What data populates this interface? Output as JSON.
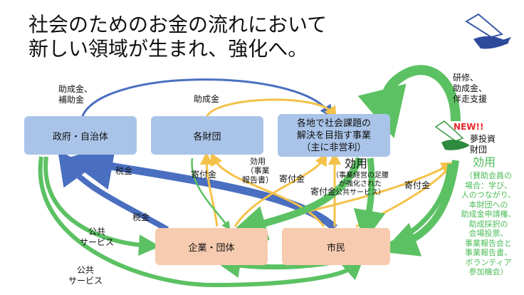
{
  "title": {
    "line1": "社会のためのお金の流れにおいて",
    "line2": "新しい領域が生まれ、強化へ。"
  },
  "nodes": {
    "government": "政府・自治体",
    "foundations": "各財団",
    "social_business": {
      "line1": "各地で社会課題の",
      "line2": "解決を目指す事業",
      "line3": "（主に非営利）"
    },
    "companies": "企業・団体",
    "citizens": "市民",
    "yume_foundation": {
      "new": "NEW!!",
      "line1": "夢投資",
      "line2": "財団"
    }
  },
  "labels": {
    "grants_subsidies": {
      "line1": "助成金、",
      "line2": "補助金"
    },
    "grants": "助成金",
    "training": {
      "line1": "研修、",
      "line2": "助成金、",
      "line3": "伴走支援"
    },
    "tax1": "税金",
    "tax2": "税金",
    "donation1": "寄付金",
    "donation2": "寄付金",
    "donation3": "寄付金",
    "donation4": "寄付金",
    "utility_report": {
      "line1": "効用",
      "line2": "（事業",
      "line3": "報告書）"
    },
    "utility_main": "効用",
    "utility_sub": {
      "line1": "（事業経営の足腰",
      "line2": "が強化された",
      "line3": "公共サービス）"
    },
    "public_service1": {
      "line1": "公共",
      "line2": "サービス"
    },
    "public_service2": {
      "line1": "公共",
      "line2": "サービス"
    },
    "utility_green": "効用",
    "utility_green_detail": {
      "l1": "（賛助会員の",
      "l2": "場合：学び、",
      "l3": "人のつながり、",
      "l4": "本財団への",
      "l5": "助成金申請権、",
      "l6": "助成採択の",
      "l7": "会場投票、",
      "l8": "事業報告会と",
      "l9": "事業報告書、",
      "l10": "ボランティア",
      "l11": "参加機会）"
    }
  },
  "colors": {
    "blue_box": "#a9c4e8",
    "peach_box": "#f6cbb0",
    "blue_arrow": "#4a6fc0",
    "green_arrow": "#5cc163",
    "yellow_arrow": "#f4c24a",
    "new_red": "#e8262a"
  }
}
